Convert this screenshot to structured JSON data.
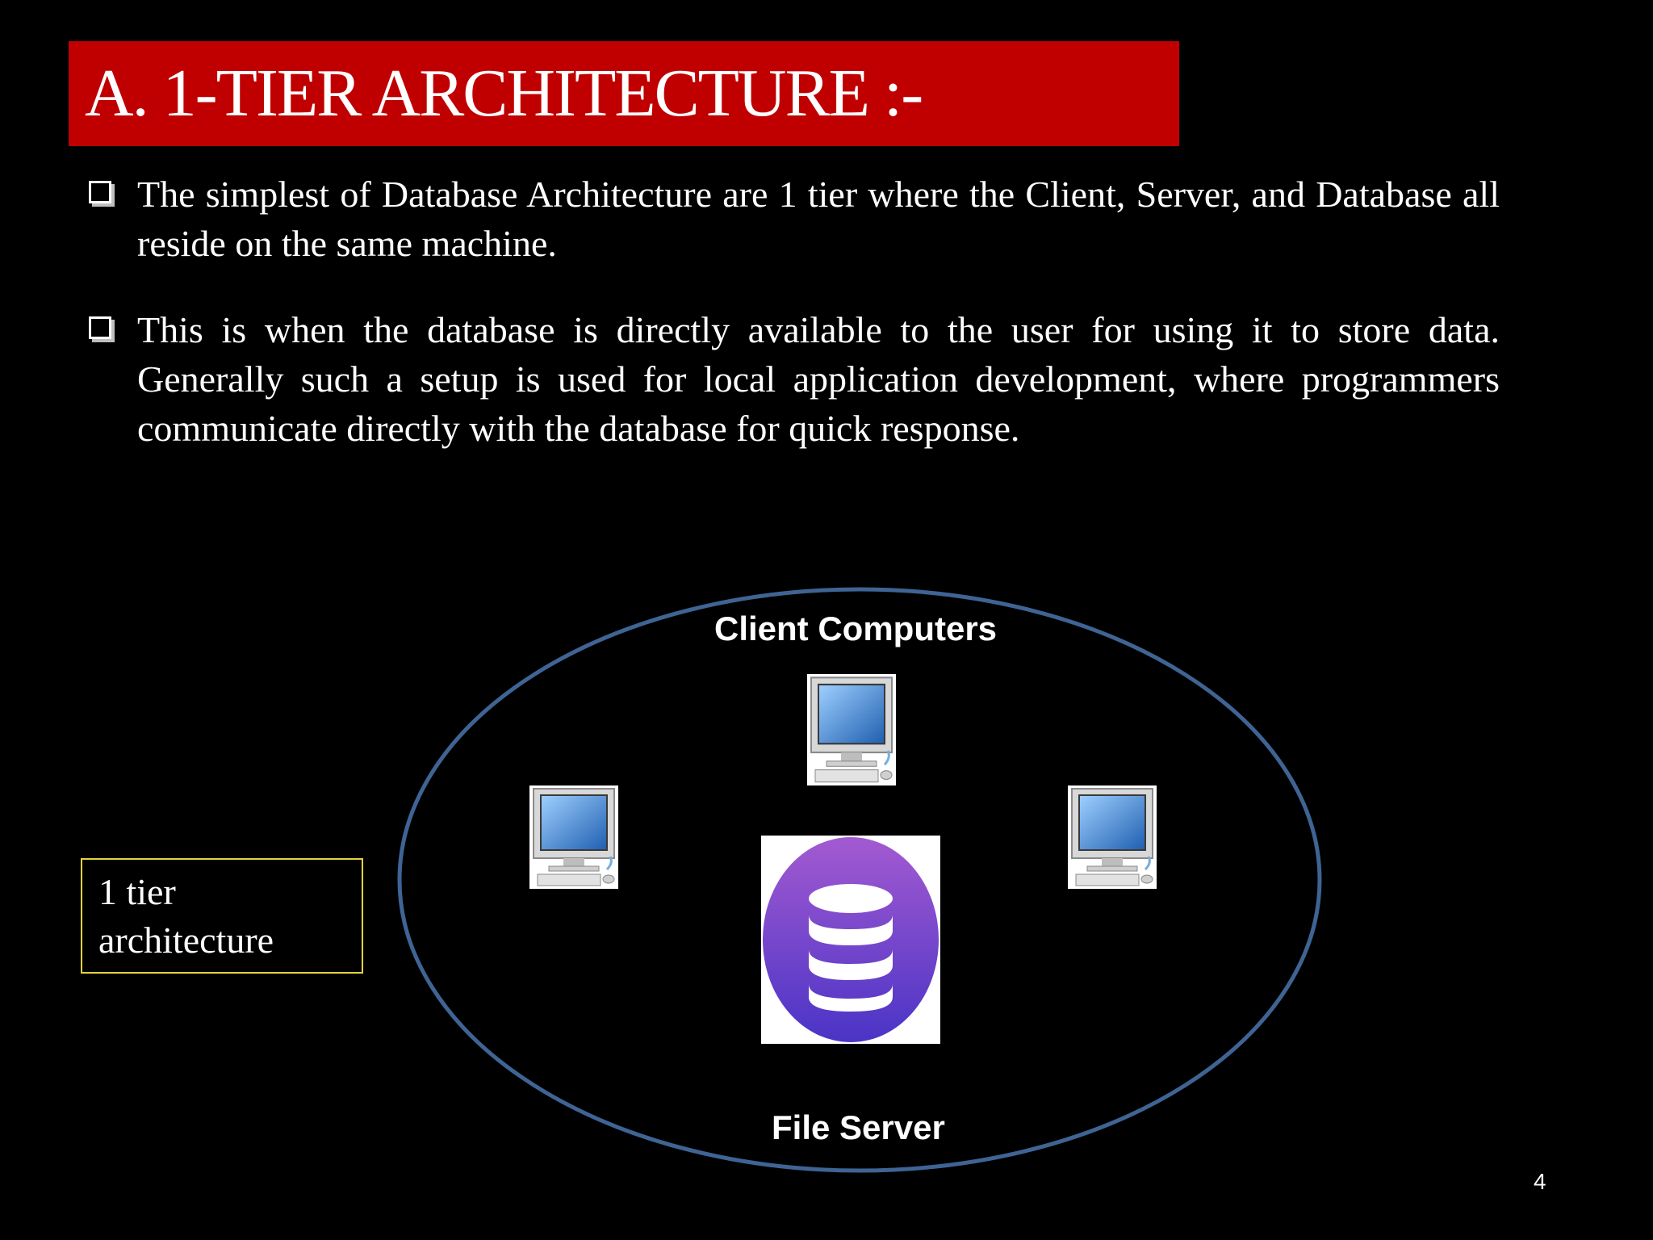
{
  "slide": {
    "title": "A. 1-TIER ARCHITECTURE :-",
    "bullets": [
      "The simplest of Database Architecture are 1 tier where the Client, Server, and Database all reside on the same machine.",
      "This is when the database is directly available to the user for using it to store data. Generally such a setup is used for local application development, where programmers communicate directly with the database for quick response."
    ],
    "side_label": "1 tier architecture",
    "page_number": "4"
  },
  "diagram": {
    "top_label": "Client Computers",
    "bottom_label": "File Server",
    "icons": [
      "computer-icon",
      "computer-icon",
      "computer-icon",
      "database-icon"
    ]
  },
  "colors": {
    "background": "#000000",
    "title_bar": "#c00000",
    "ellipse_stroke": "#3f6494",
    "label_box_border": "#e6d23a",
    "db_gradient_top": "#a35ad1",
    "db_gradient_bottom": "#4a34c6"
  }
}
